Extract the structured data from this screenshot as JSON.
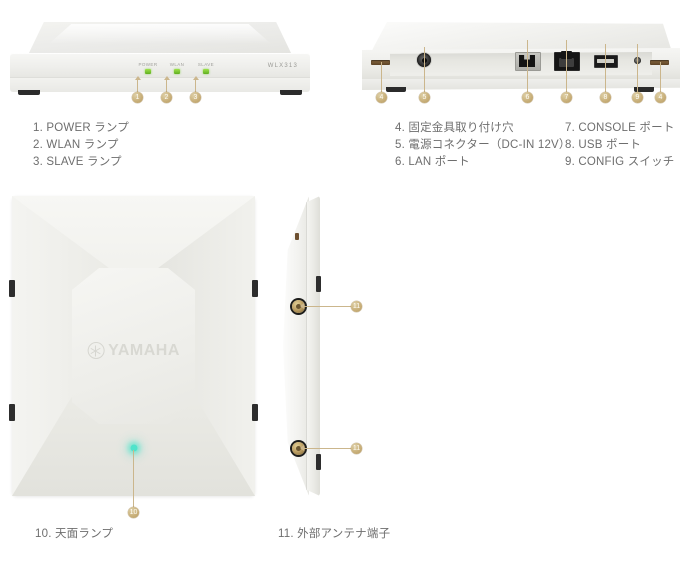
{
  "page": {
    "background_color": "#ffffff",
    "accent_color": "#c9b07a",
    "caption_color": "#6e6e6e"
  },
  "front_view": {
    "name": "front-view",
    "model_label": "WLX313",
    "leds": [
      {
        "label": "POWER",
        "color": "#7ac93f",
        "callout": "1"
      },
      {
        "label": "WLAN",
        "color": "#7ac93f",
        "callout": "2"
      },
      {
        "label": "SLAVE",
        "color": "#7ac93f",
        "callout": "3"
      }
    ],
    "captions": [
      "1. POWER ランプ",
      "2. WLAN ランプ",
      "3. SLAVE ランプ"
    ]
  },
  "rear_view": {
    "name": "rear-view",
    "callouts": [
      "4",
      "5",
      "6",
      "7",
      "8",
      "9",
      "4"
    ],
    "ports": [
      {
        "id": "mount-hole-left",
        "callout": "4"
      },
      {
        "id": "dc-power-jack",
        "callout": "5"
      },
      {
        "id": "lan-port",
        "callout": "6"
      },
      {
        "id": "console-port",
        "callout": "7"
      },
      {
        "id": "usb-port",
        "callout": "8"
      },
      {
        "id": "config-switch",
        "callout": "9"
      },
      {
        "id": "mount-hole-right",
        "callout": "4"
      }
    ],
    "captions_left": [
      "4. 固定金具取り付け穴",
      "5. 電源コネクター（DC-IN 12V）",
      "6. LAN ポート"
    ],
    "captions_right": [
      "7. CONSOLE ポート",
      "8. USB ポート",
      "9. CONFIG スイッチ"
    ]
  },
  "top_view": {
    "name": "top-view",
    "brand": "YAMAHA",
    "lamp": {
      "callout": "10",
      "color": "#4fe3cb"
    },
    "caption": "10. 天面ランプ"
  },
  "side_view": {
    "name": "side-view",
    "antenna_terminals": [
      {
        "callout": "11",
        "position": "upper"
      },
      {
        "callout": "11",
        "position": "lower"
      }
    ],
    "caption": "11. 外部アンテナ端子"
  }
}
